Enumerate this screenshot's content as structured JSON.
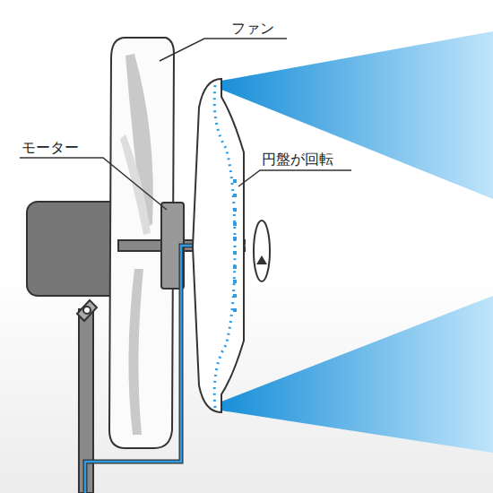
{
  "diagram": {
    "labels": [
      "ファン",
      "モーター",
      "円盤が回転"
    ]
  }
}
